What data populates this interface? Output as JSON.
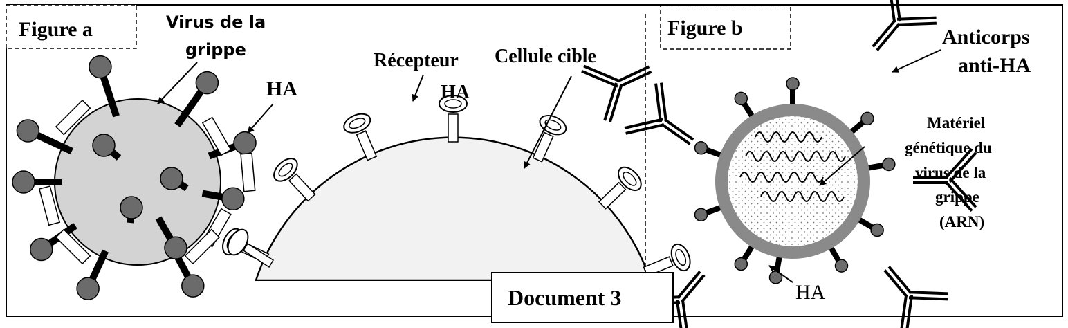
{
  "figure_a": {
    "title": "Figure a",
    "virus_label": [
      "Virus de la",
      "grippe"
    ],
    "ha_label": "HA",
    "receptor_label": [
      "Récepteur",
      "HA"
    ],
    "cell_label": "Cellule cible"
  },
  "figure_b": {
    "title": "Figure b",
    "antibody_label": [
      "Anticorps",
      "anti-HA"
    ],
    "genetic_label": [
      "Matériel",
      "génétique du",
      "virus de la",
      "grippe",
      "(ARN)"
    ],
    "ha_label": "HA"
  },
  "document_label": "Document 3",
  "colors": {
    "virus_fill": "#d3d3d3",
    "ha_head_fill": "#6b6b6b",
    "capsid_ring": "#8a8a8a",
    "cell_fill": "#f2f2f2"
  }
}
